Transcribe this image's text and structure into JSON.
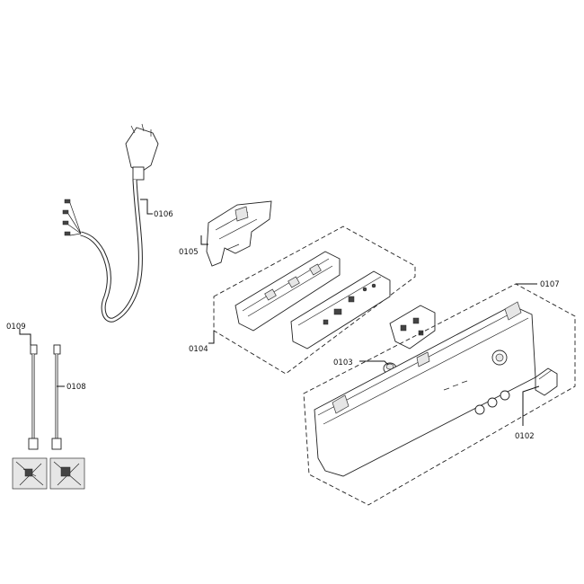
{
  "callouts": {
    "c0102": "0102",
    "c0103": "0103",
    "c0104": "0104",
    "c0105": "0105",
    "c0106": "0106",
    "c0107": "0107",
    "c0108": "0108",
    "c0109": "0109"
  }
}
